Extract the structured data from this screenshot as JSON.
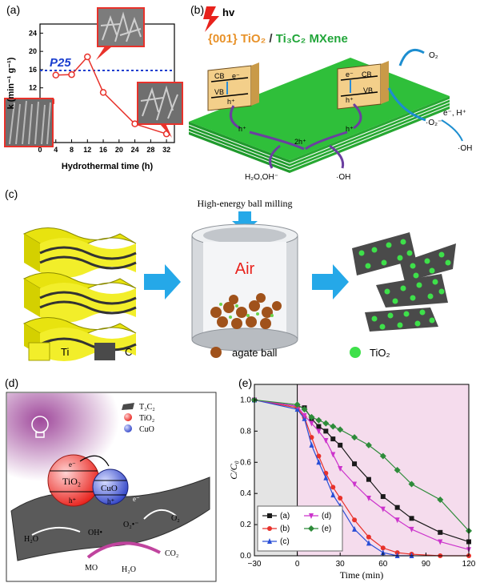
{
  "panels": {
    "a": {
      "label": "(a)",
      "ylabel": "k (min⁻¹ g⁻¹)",
      "xlabel": "Hydrothermal time (h)",
      "ref_label": "P25"
    },
    "b": {
      "label": "(b)",
      "hv": "hv",
      "title_tio2": "{001} TiO₂",
      "title_sep": " / ",
      "title_mxene": "Ti₃C₂ MXene",
      "cb": "CB",
      "vb": "VB",
      "e": "e⁻",
      "h": "h⁺",
      "two_h": "2h⁺",
      "o2": "O₂",
      "o2_radical": "·O₂⁻",
      "e_h": "e⁻, H⁺",
      "oh_radical": "·OH",
      "h2o_oh": "H₂O,OH⁻",
      "oh_radical_2": "·OH"
    },
    "c": {
      "label": "(c)",
      "milling": "High-energy ball milling",
      "air": "Air",
      "legend_ti": "Ti",
      "legend_c": "C",
      "legend_agate": "agate ball",
      "legend_tio2": "TiO₂"
    },
    "d": {
      "label": "(d)",
      "legend_t3c2": "T₃C₂",
      "legend_tio2": "TiO₂",
      "legend_cuo": "CuO",
      "tio2": "TiO₂",
      "cuo": "CuO",
      "e": "e⁻",
      "h": "h⁺",
      "h2o": "H₂O",
      "oh": "OH•",
      "o2r": "O₂•⁻",
      "o2": "O₂",
      "mo": "MO",
      "h2o_2": "H₂O",
      "co2": "CO₂"
    },
    "e": {
      "label": "(e)"
    }
  },
  "chart_data": [
    {
      "type": "line",
      "panel": "a",
      "xlabel": "Hydrothermal time (h)",
      "ylabel": "k (min⁻¹ g⁻¹)",
      "xlim": [
        0,
        34
      ],
      "ylim": [
        0,
        26
      ],
      "xticks": [
        0,
        4,
        8,
        12,
        16,
        20,
        24,
        28,
        32
      ],
      "yticks": [
        0,
        4,
        8,
        12,
        16,
        20,
        24
      ],
      "reference_line": {
        "label": "P25",
        "y": 15.8
      },
      "series": [
        {
          "x": [
            4,
            8,
            12,
            16,
            24,
            32
          ],
          "values": [
            14.8,
            14.9,
            18.8,
            11.0,
            4.1,
            1.9
          ],
          "color": "#e8322b"
        }
      ]
    },
    {
      "type": "line",
      "panel": "e",
      "xlabel": "Time (min)",
      "ylabel": "C/C₀",
      "xlim": [
        -30,
        120
      ],
      "ylim": [
        0.0,
        1.1
      ],
      "xticks": [
        -30,
        0,
        30,
        60,
        90,
        120
      ],
      "yticks": [
        0.0,
        0.2,
        0.4,
        0.6,
        0.8,
        1.0
      ],
      "series": [
        {
          "name": "(a)",
          "color": "#1a1a1a",
          "marker": "square",
          "x": [
            -30,
            0,
            5,
            10,
            15,
            20,
            25,
            30,
            40,
            50,
            60,
            70,
            80,
            100,
            120
          ],
          "values": [
            1.0,
            0.96,
            0.95,
            0.88,
            0.83,
            0.8,
            0.75,
            0.71,
            0.59,
            0.49,
            0.38,
            0.31,
            0.24,
            0.15,
            0.09
          ]
        },
        {
          "name": "(b)",
          "color": "#e8322b",
          "marker": "circle",
          "x": [
            -30,
            0,
            5,
            10,
            15,
            20,
            25,
            30,
            40,
            50,
            60,
            70,
            80,
            100,
            120
          ],
          "values": [
            1.0,
            0.95,
            0.89,
            0.76,
            0.64,
            0.53,
            0.44,
            0.37,
            0.23,
            0.12,
            0.05,
            0.02,
            0.01,
            0.0,
            0.0
          ]
        },
        {
          "name": "(c)",
          "color": "#2a4fd6",
          "marker": "triangle",
          "x": [
            -30,
            0,
            5,
            10,
            15,
            20,
            25,
            30,
            40,
            50,
            60,
            70,
            80
          ],
          "values": [
            1.0,
            0.94,
            0.88,
            0.71,
            0.6,
            0.5,
            0.39,
            0.32,
            0.17,
            0.08,
            0.02,
            0.0,
            0.0
          ]
        },
        {
          "name": "(d)",
          "color": "#cc33cc",
          "marker": "triangle-down",
          "x": [
            -30,
            0,
            5,
            10,
            15,
            20,
            25,
            30,
            40,
            50,
            60,
            70,
            80,
            100,
            120
          ],
          "values": [
            1.0,
            0.96,
            0.9,
            0.85,
            0.8,
            0.74,
            0.65,
            0.56,
            0.46,
            0.37,
            0.3,
            0.23,
            0.17,
            0.09,
            0.04
          ]
        },
        {
          "name": "(e)",
          "color": "#2e8b3a",
          "marker": "diamond",
          "x": [
            -30,
            0,
            5,
            10,
            15,
            20,
            25,
            30,
            40,
            50,
            60,
            70,
            80,
            100,
            120
          ],
          "values": [
            1.0,
            0.97,
            0.94,
            0.89,
            0.87,
            0.85,
            0.83,
            0.81,
            0.76,
            0.71,
            0.64,
            0.55,
            0.46,
            0.36,
            0.16
          ]
        }
      ]
    }
  ]
}
